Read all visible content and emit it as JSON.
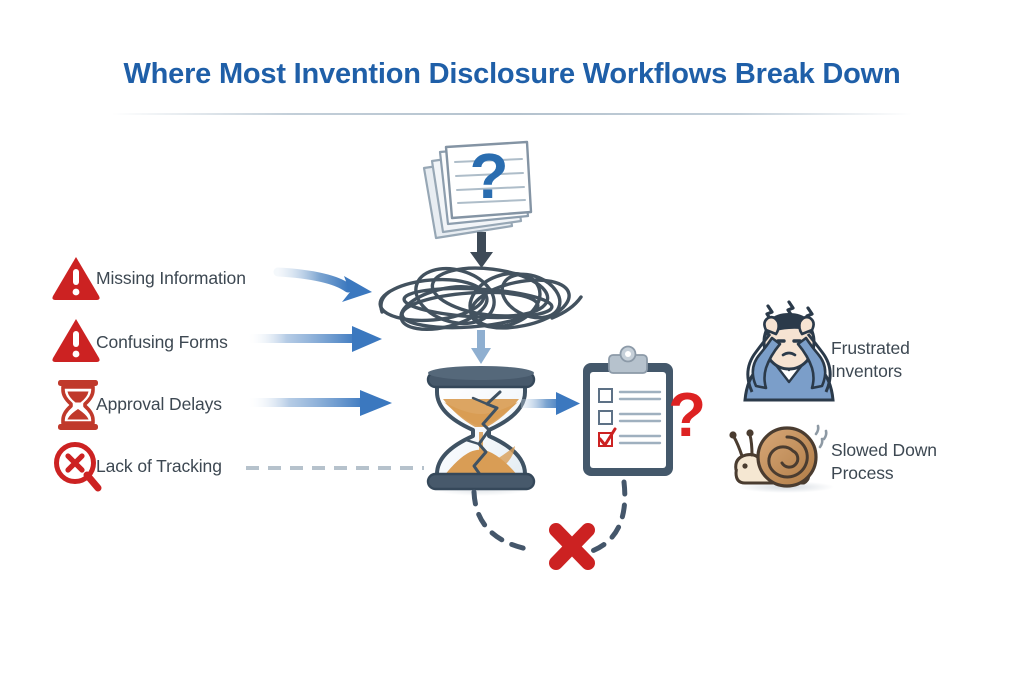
{
  "page": {
    "title": "Where Most Invention Disclosure Workflows Break Down",
    "background_color": "#ffffff",
    "title_color": "#1f5fa8",
    "label_color": "#3d4852",
    "accent_red": "#cc2222",
    "accent_blue": "#3b78bf",
    "slate": "#42586b"
  },
  "issues": [
    {
      "label": "Missing Information",
      "icon": "warning-triangle-icon",
      "connector": "arrow-curved",
      "color": "#cc2222"
    },
    {
      "label": "Confusing Forms",
      "icon": "warning-triangle-icon",
      "connector": "arrow-straight",
      "color": "#cc2222"
    },
    {
      "label": "Approval Delays",
      "icon": "hourglass-icon",
      "connector": "arrow-straight",
      "color": "#cc2222"
    },
    {
      "label": "Lack of Tracking",
      "icon": "magnifier-x-icon",
      "connector": "dashed-line",
      "color": "#cc2222"
    }
  ],
  "flow": {
    "documents": {
      "icon": "document-stack-question-icon",
      "marker": "?",
      "marker_color": "#2a6db0"
    },
    "arrow_down_dark": {
      "icon": "arrow-down-icon",
      "color": "#3d4a57"
    },
    "tangle": {
      "icon": "tangled-scribble-icon",
      "color": "#43525f"
    },
    "arrow_down_light": {
      "icon": "arrow-down-icon",
      "color": "#8fafd0"
    },
    "hourglass": {
      "icon": "cracked-hourglass-icon",
      "sand_color": "#d99d55",
      "frame_color": "#3f5263"
    },
    "arrow_right": {
      "icon": "arrow-right-icon",
      "color": "#3b78bf"
    },
    "clipboard": {
      "icon": "clipboard-checklist-icon",
      "checked_mark_color": "#cc2222",
      "rows": 3,
      "checked_row": 3
    },
    "question_mark": {
      "text": "?",
      "color": "#dd2222"
    },
    "broken_loop": {
      "icon": "dashed-curve-icon",
      "color": "#44566a"
    },
    "failure_mark": {
      "icon": "red-x-icon",
      "color": "#cc2222"
    }
  },
  "outcomes": [
    {
      "label_line1": "Frustrated",
      "label_line2": "Inventors",
      "icon": "frustrated-person-icon",
      "shirt_color": "#7b9ec9"
    },
    {
      "label_line1": "Slowed Down",
      "label_line2": "Process",
      "icon": "snail-icon",
      "shell_color": "#c08a55"
    }
  ]
}
